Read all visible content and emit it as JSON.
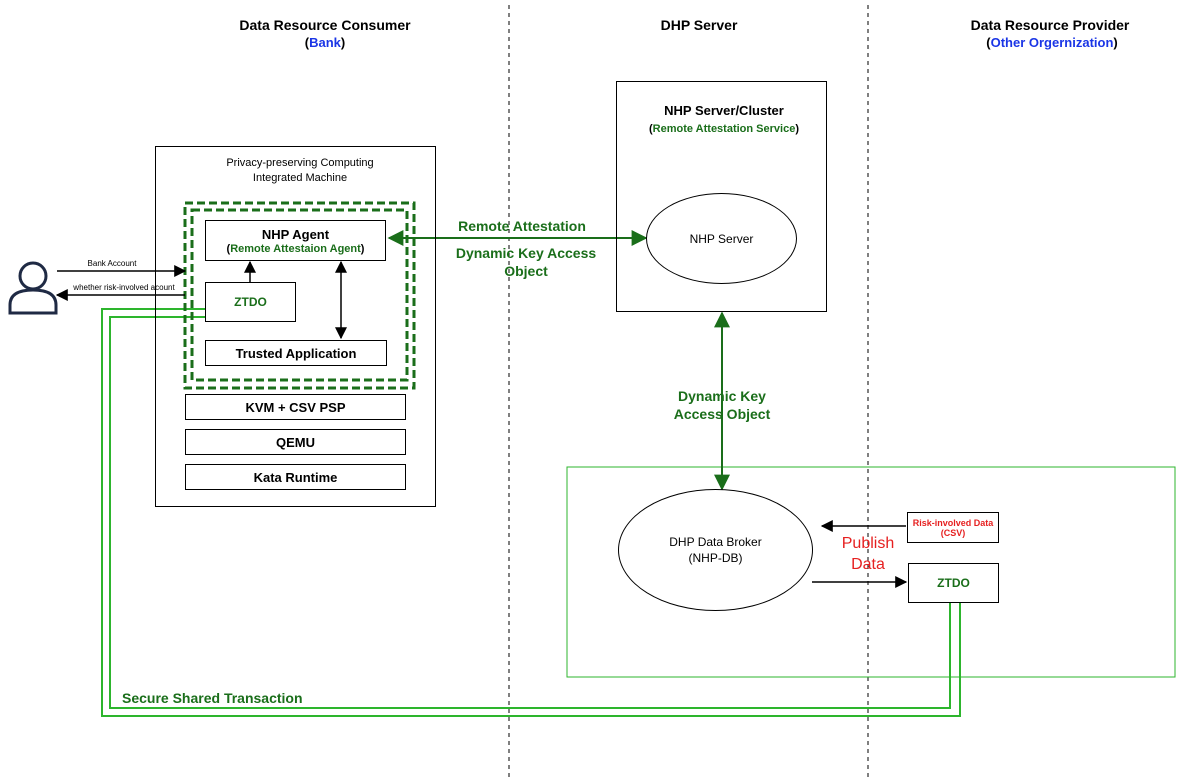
{
  "columns": {
    "consumer": {
      "title": "Data Resource Consumer",
      "subtitle_prefix": "(",
      "subtitle": "Bank",
      "subtitle_suffix": ")"
    },
    "server": {
      "title": "DHP Server"
    },
    "provider": {
      "title": "Data Resource Provider",
      "subtitle_prefix": "(",
      "subtitle": "Other Orgernization",
      "subtitle_suffix": ")"
    }
  },
  "consumer_machine": {
    "title_line1": "Privacy-preserving Computing",
    "title_line2": "Integrated Machine",
    "nhp_agent": {
      "title": "NHP Agent",
      "sub_prefix": "(",
      "sub": "Remote Attestaion Agent",
      "sub_suffix": ")"
    },
    "ztdo": "ZTDO",
    "trusted_app": "Trusted Application",
    "layers": [
      "KVM + CSV PSP",
      "QEMU",
      "Kata Runtime"
    ]
  },
  "user": {
    "to_label": "Bank Account",
    "from_label": "whether risk-involved acount"
  },
  "server_box": {
    "title": "NHP Server/Cluster",
    "sub_prefix": "(",
    "sub": "Remote Attestation Service",
    "sub_suffix": ")",
    "ellipse": "NHP Server"
  },
  "links": {
    "remote_attestation": "Remote Attestation",
    "dyn_key_line1": "Dynamic Key Access",
    "dyn_key_line2": "Object",
    "dyn_key_v_line1": "Dynamic Key",
    "dyn_key_v_line2": "Access Object",
    "secure_shared": "Secure Shared Transaction"
  },
  "provider_area": {
    "broker_line1": "DHP Data Broker",
    "broker_line2": "(NHP-DB)",
    "risk_line1": "Risk-involved Data",
    "risk_line2": "(CSV)",
    "publish_line1": "Publish",
    "publish_line2": "Data",
    "ztdo": "ZTDO"
  },
  "colors": {
    "green": "#1a6e1a",
    "bright_green": "#2db52d",
    "blue": "#1a35e6",
    "red": "#e62020"
  }
}
